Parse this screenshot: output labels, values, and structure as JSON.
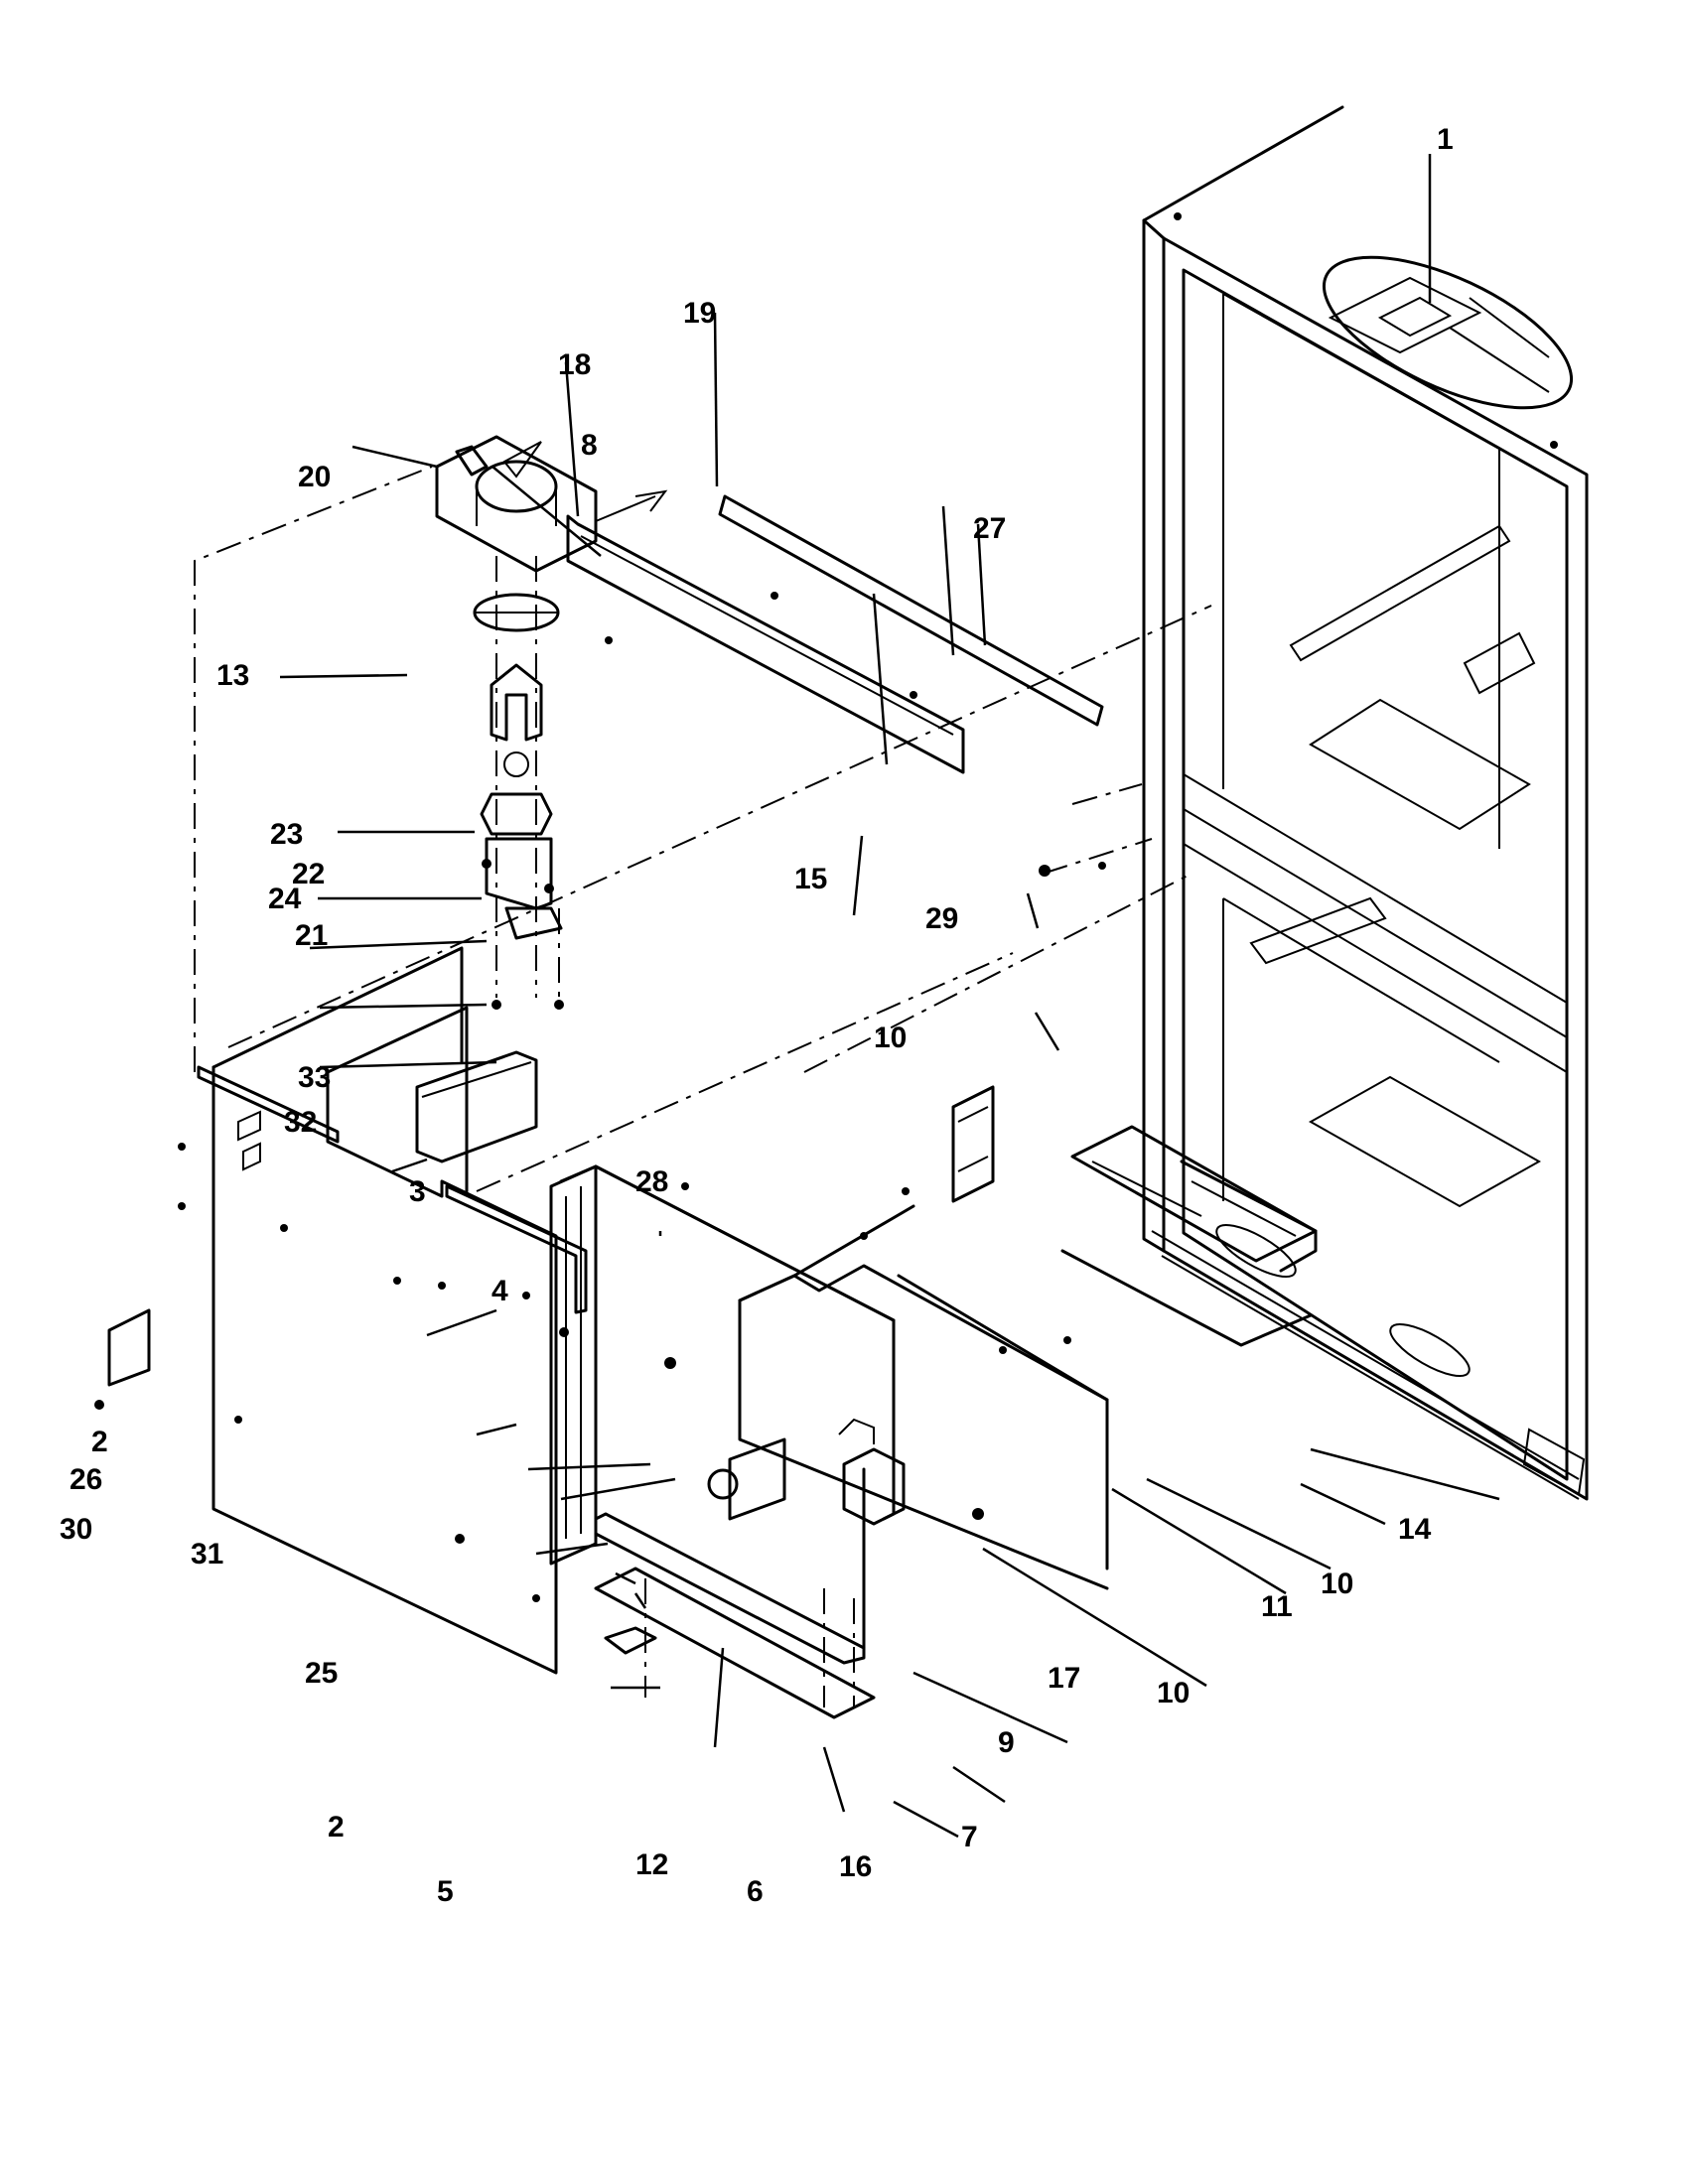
{
  "callouts": [
    {
      "id": "c1",
      "text": "1"
    },
    {
      "id": "c2a",
      "text": "2"
    },
    {
      "id": "c2b",
      "text": "2"
    },
    {
      "id": "c3",
      "text": "3"
    },
    {
      "id": "c4",
      "text": "4"
    },
    {
      "id": "c5",
      "text": "5"
    },
    {
      "id": "c6",
      "text": "6"
    },
    {
      "id": "c7",
      "text": "7"
    },
    {
      "id": "c8",
      "text": "8"
    },
    {
      "id": "c9",
      "text": "9"
    },
    {
      "id": "c10a",
      "text": "10"
    },
    {
      "id": "c10b",
      "text": "10"
    },
    {
      "id": "c10c",
      "text": "10"
    },
    {
      "id": "c11",
      "text": "11"
    },
    {
      "id": "c12",
      "text": "12"
    },
    {
      "id": "c13",
      "text": "13"
    },
    {
      "id": "c14",
      "text": "14"
    },
    {
      "id": "c15",
      "text": "15"
    },
    {
      "id": "c16",
      "text": "16"
    },
    {
      "id": "c17",
      "text": "17"
    },
    {
      "id": "c18",
      "text": "18"
    },
    {
      "id": "c19",
      "text": "19"
    },
    {
      "id": "c20",
      "text": "20"
    },
    {
      "id": "c21",
      "text": "21"
    },
    {
      "id": "c22",
      "text": "22"
    },
    {
      "id": "c23",
      "text": "23"
    },
    {
      "id": "c24",
      "text": "24"
    },
    {
      "id": "c25",
      "text": "25"
    },
    {
      "id": "c26",
      "text": "26"
    },
    {
      "id": "c27",
      "text": "27"
    },
    {
      "id": "c28",
      "text": "28"
    },
    {
      "id": "c29",
      "text": "29"
    },
    {
      "id": "c30",
      "text": "30"
    },
    {
      "id": "c31",
      "text": "31"
    },
    {
      "id": "c32",
      "text": "32"
    },
    {
      "id": "c33",
      "text": "33"
    }
  ]
}
